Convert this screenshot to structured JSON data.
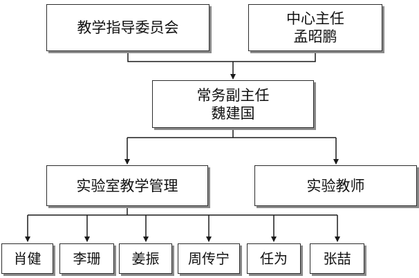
{
  "committee": {
    "label": "教学指导委员会"
  },
  "director": {
    "title": "中心主任",
    "name": "孟昭鹏"
  },
  "deputy": {
    "title": "常务副主任",
    "name": "魏建国"
  },
  "lab_management": {
    "label": "实验室教学管理"
  },
  "lab_teachers": {
    "label": "实验教师"
  },
  "staff": [
    "肖健",
    "李珊",
    "姜振",
    "周传宁",
    "任为",
    "张喆"
  ],
  "colors": {
    "line": "#1a1a1a",
    "border": "#2b2b2b",
    "shadow": "#8a8a8a"
  }
}
